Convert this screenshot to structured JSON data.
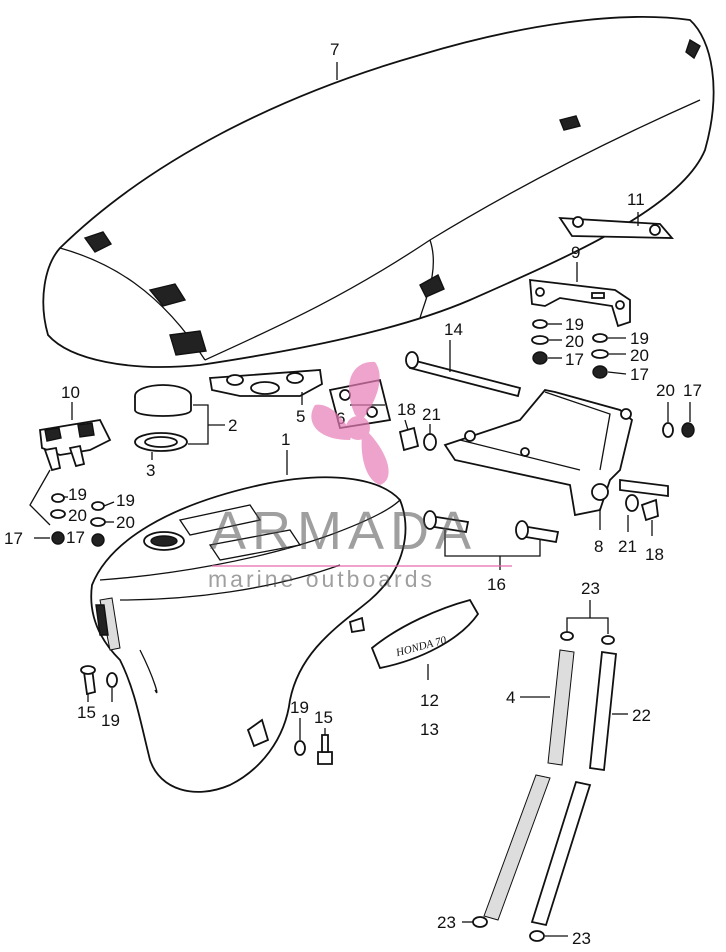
{
  "watermark": {
    "brand": "ARMADA",
    "tagline": "marine outboards",
    "logo_color": "#e77db8"
  },
  "callouts": {
    "c1": "1",
    "c2": "2",
    "c3": "3",
    "c4": "4",
    "c5": "5",
    "c6": "6",
    "c7": "7",
    "c8": "8",
    "c9": "9",
    "c10": "10",
    "c11": "11",
    "c12": "12",
    "c13": "13",
    "c14": "14",
    "c15a": "15",
    "c15b": "15",
    "c16": "16",
    "c17a": "17",
    "c17b": "17",
    "c17c": "17",
    "c17d": "17",
    "c18a": "18",
    "c18b": "18",
    "c19a": "19",
    "c19b": "19",
    "c19c": "19",
    "c19d": "19",
    "c19e": "19",
    "c19f": "19",
    "c20a": "20",
    "c20b": "20",
    "c20c": "20",
    "c20d": "20",
    "c20e": "20",
    "c21a": "21",
    "c21b": "21",
    "c22": "22",
    "c23a": "23",
    "c23b": "23",
    "c23c": "23"
  },
  "emblem_text": "HONDA 70"
}
